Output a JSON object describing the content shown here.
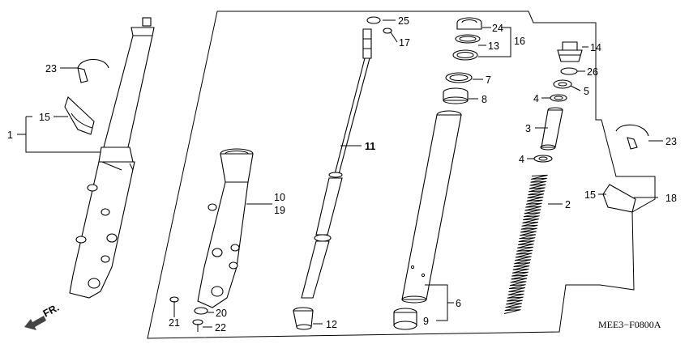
{
  "diagram": {
    "code": "MEE3−F0800A",
    "direction_label": "FR."
  },
  "callouts": {
    "c1": "1",
    "c2": "2",
    "c3": "3",
    "c4a": "4",
    "c4b": "4",
    "c5": "5",
    "c6": "6",
    "c7": "7",
    "c8": "8",
    "c9": "9",
    "c10": "10",
    "c11": "11",
    "c12": "12",
    "c13": "13",
    "c14": "14",
    "c15a": "15",
    "c15b": "15",
    "c16": "16",
    "c17": "17",
    "c18": "18",
    "c19": "19",
    "c20": "20",
    "c21": "21",
    "c22": "22",
    "c23a": "23",
    "c23b": "23",
    "c24": "24",
    "c25": "25",
    "c26": "26"
  }
}
